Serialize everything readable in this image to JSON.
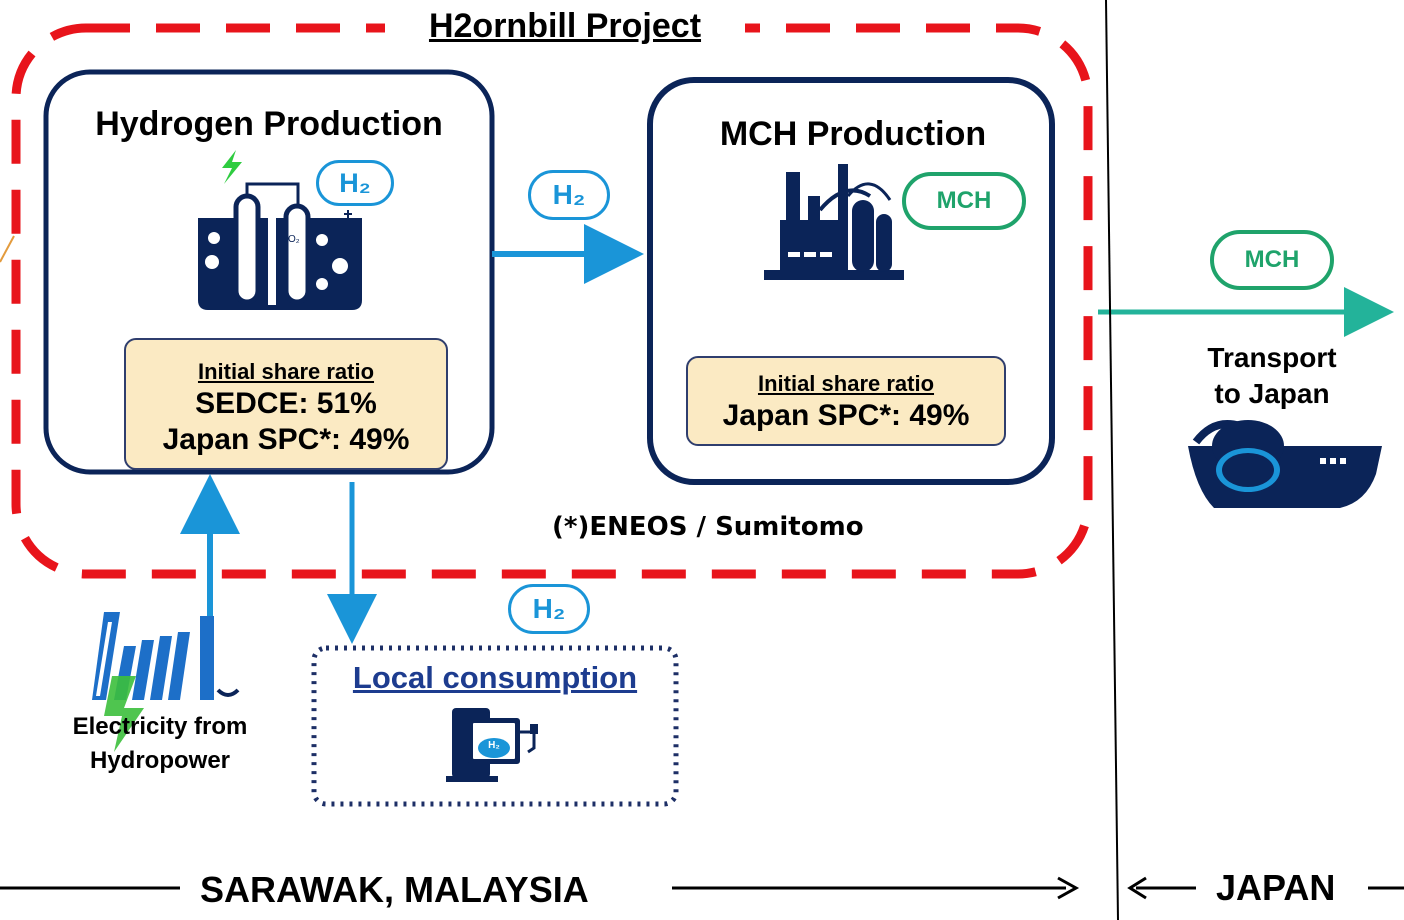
{
  "project": {
    "title": "H2ornbill Project"
  },
  "hydrogen_production": {
    "title": "Hydrogen Production",
    "badge": "H₂",
    "share_heading": "Initial share ratio",
    "share_line_1": "SEDCE: 51%",
    "share_line_2": "Japan SPC*: 49%"
  },
  "mch_production": {
    "title": "MCH Production",
    "badge": "MCH",
    "share_heading": "Initial share ratio",
    "share_line_1": "Japan SPC*: 49%"
  },
  "flow": {
    "h2_badge": "H₂",
    "local_h2_badge": "H₂",
    "transport_badge": "MCH"
  },
  "footnote": "(*)ENEOS / Sumitomo",
  "hydropower": {
    "label_line_1": "Electricity from",
    "label_line_2": "Hydropower"
  },
  "local": {
    "title": "Local consumption",
    "pump_badge": "H₂"
  },
  "transport": {
    "label_line_1": "Transport",
    "label_line_2": "to Japan"
  },
  "regions": {
    "left": "SARAWAK, MALAYSIA",
    "right": "JAPAN"
  },
  "colors": {
    "dashed_border": "#e8141b",
    "navy": "#0b2458",
    "h2_blue": "#1a95d8",
    "mch_green": "#1fa36b",
    "transport_teal": "#23b39a",
    "share_fill": "#fbeac3"
  }
}
